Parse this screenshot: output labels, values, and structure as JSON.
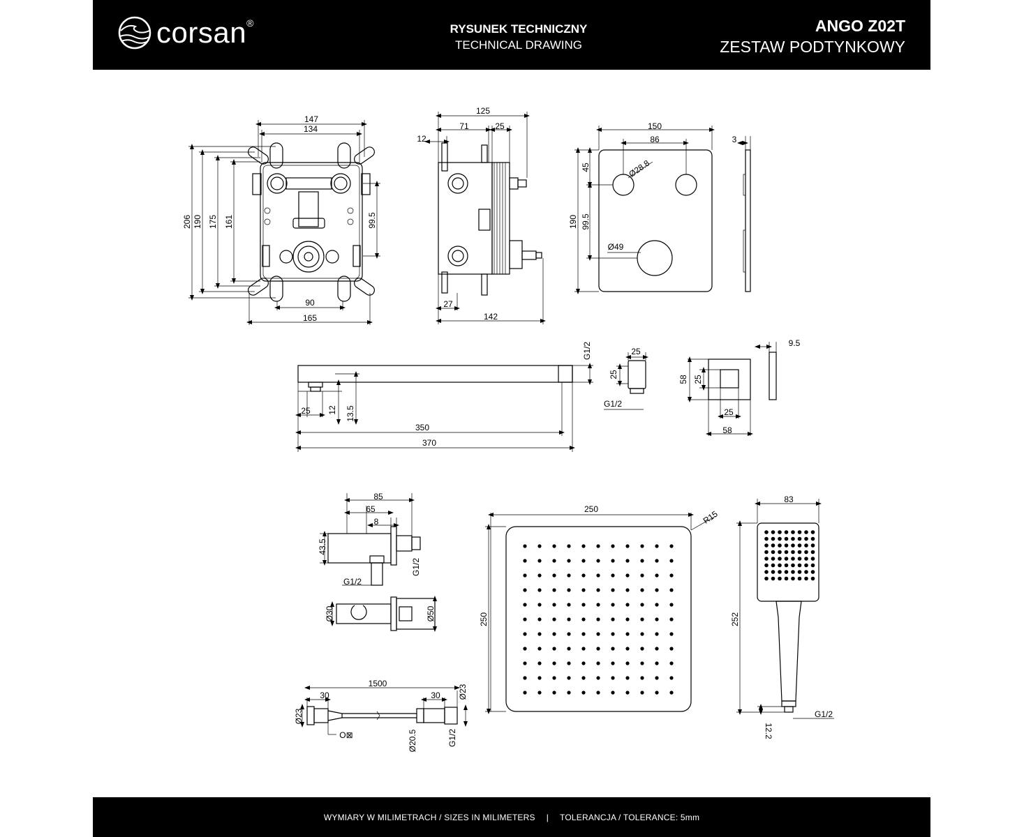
{
  "header": {
    "brand": "corsan",
    "title_pl": "RYSUNEK TECHNICZNY",
    "title_en": "TECHNICAL DRAWING",
    "model": "ANGO Z02T",
    "product": "ZESTAW PODTYNKOWY"
  },
  "footer": {
    "units": "WYMIARY W MILIMETRACH / SIZES IN MILIMETERS",
    "separator": "|",
    "tolerance": "TOLERANCJA / TOLERANCE: 5mm"
  },
  "dims": {
    "box": {
      "w147": "147",
      "w134": "134",
      "h206": "206",
      "h190": "190",
      "h175": "175",
      "h161": "161",
      "h99": "99.5",
      "w90": "90",
      "w165": "165"
    },
    "side": {
      "w125": "125",
      "w71": "71",
      "w25": "25",
      "w12": "12",
      "w27": "27",
      "w142": "142"
    },
    "plate": {
      "w150": "150",
      "w86": "86",
      "h45": "45",
      "h190": "190",
      "h99": "99.5",
      "d28": "Ø28.8",
      "d49": "Ø49",
      "t3": "3"
    },
    "arm": {
      "g": "G1/2",
      "w25": "25",
      "h12": "12",
      "h13": "13.5",
      "l350": "350",
      "l370": "370"
    },
    "elbow": {
      "w25": "25",
      "h25": "25",
      "g": "G1/2"
    },
    "flange": {
      "h58": "58",
      "h25": "25",
      "w25": "25",
      "w58": "58",
      "t9": "9.5"
    },
    "outlet": {
      "w85": "85",
      "w65": "65",
      "w8": "8",
      "h43": "43.5",
      "g1": "G1/2",
      "g2": "G1/2",
      "d30": "Ø30",
      "d50": "Ø50"
    },
    "hose": {
      "l1500": "1500",
      "l30a": "30",
      "l30b": "30",
      "d23a": "Ø23",
      "d23b": "Ø23",
      "d20": "Ø20.5",
      "g": "G1/2",
      "sym": "O⊠"
    },
    "rain": {
      "w250": "250",
      "h250": "250",
      "r15": "R15"
    },
    "hand": {
      "w83": "83",
      "h252": "252",
      "g": "G1/2",
      "h12": "12.2"
    }
  }
}
